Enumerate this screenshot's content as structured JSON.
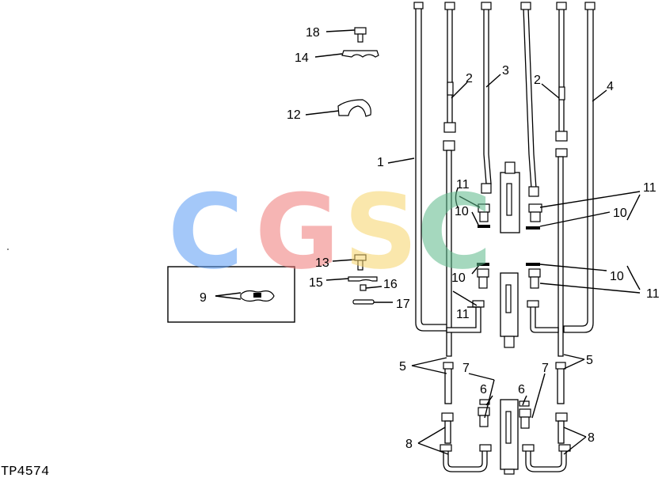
{
  "figure_ref": "TP4574",
  "callouts": {
    "c1": "1",
    "c2a": "2",
    "c2b": "2",
    "c3": "3",
    "c4": "4",
    "c5a": "5",
    "c5b": "5",
    "c6a": "6",
    "c6b": "6",
    "c7a": "7",
    "c7b": "7",
    "c8a": "8",
    "c8b": "8",
    "c9": "9",
    "c10a": "10",
    "c10b": "10",
    "c10c": "10",
    "c10d": "10",
    "c11a": "11",
    "c11b": "11",
    "c11c": "11",
    "c11d": "11",
    "c12": "12",
    "c13": "13",
    "c14": "14",
    "c15": "15",
    "c16": "16",
    "c17": "17",
    "c18": "18"
  },
  "watermark": {
    "letters": [
      "C",
      "G",
      "S",
      "C"
    ],
    "colors": [
      "#5b9cf5",
      "#f07a78",
      "#f7d56a",
      "#5cb98a"
    ]
  }
}
